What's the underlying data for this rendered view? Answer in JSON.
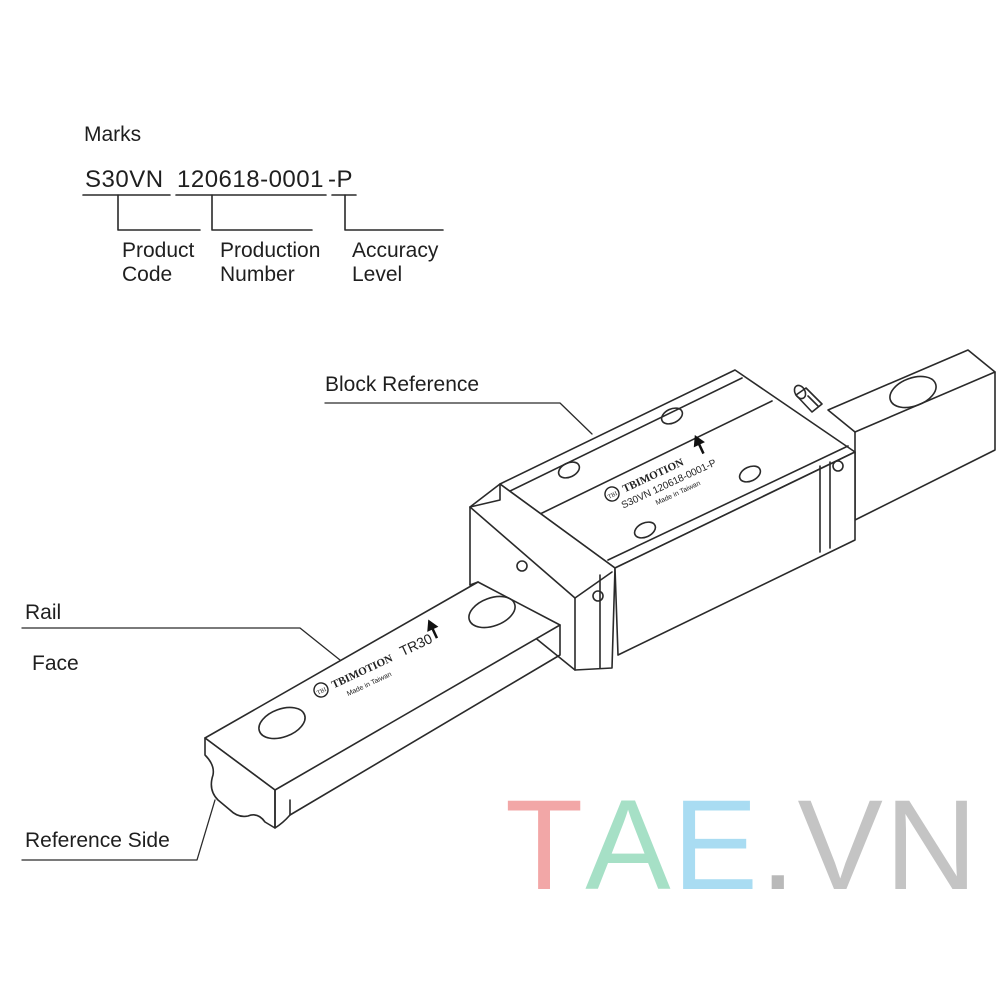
{
  "marks": {
    "title": "Marks",
    "product_code": "S30VN",
    "production_number": "120618-0001",
    "accuracy_suffix": "-P",
    "labels": {
      "product_code_l1": "Product",
      "product_code_l2": "Code",
      "production_number_l1": "Production",
      "production_number_l2": "Number",
      "accuracy_l1": "Accuracy",
      "accuracy_l2": "Level"
    }
  },
  "callouts": {
    "block_reference": "Block Reference",
    "rail": "Rail",
    "face": "Face",
    "reference_side": "Reference Side"
  },
  "block_marking": {
    "brand": "TBIMOTION",
    "logo": "TBI",
    "serial": "S30VN  120618-0001-P",
    "origin": "Made in Taiwan"
  },
  "rail_marking": {
    "brand": "TBIMOTION",
    "logo": "TBI",
    "model": "TR30",
    "origin": "Made in Taiwan"
  },
  "watermark": {
    "letters": [
      "T",
      "A",
      "E",
      ".",
      "V",
      "N"
    ],
    "colors": [
      "#f2a7a7",
      "#a6e0c6",
      "#a9dcf2",
      "#b9b9b9",
      "#c4c4c4",
      "#c4c4c4"
    ]
  }
}
